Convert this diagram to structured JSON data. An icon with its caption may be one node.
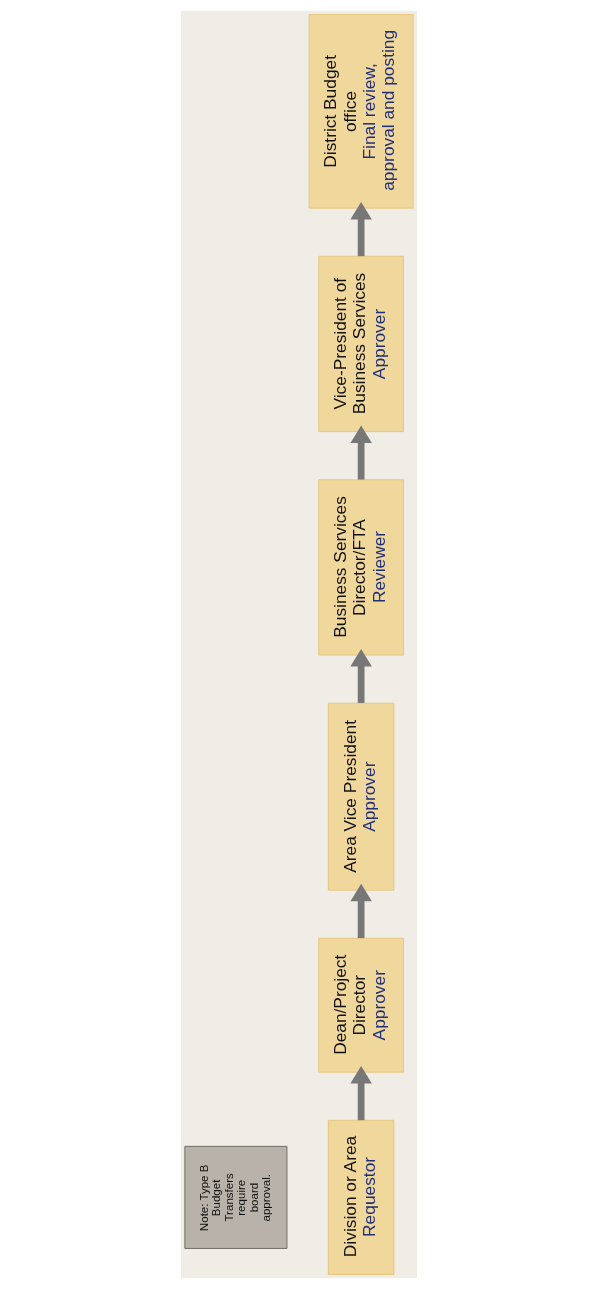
{
  "diagram": {
    "nodes": [
      {
        "text": [
          "Division or Area",
          "Requestor"
        ]
      },
      {
        "text": [
          "Dean/Project Director",
          "Approver"
        ]
      },
      {
        "text": [
          "Area Vice President",
          "Approver"
        ]
      },
      {
        "text": [
          "Business Services Director/FTA",
          "Reviewer"
        ]
      },
      {
        "text": [
          "Vice-President of Business Services",
          "Approver"
        ]
      },
      {
        "text": [
          "District Budget office",
          "Final review, approval and posting"
        ]
      },
      {
        "text": [
          "Note: Type B Budget Transfers require board approval."
        ]
      }
    ],
    "edges": [
      {
        "from": 0,
        "to": 1,
        "arrow": "to"
      },
      {
        "from": 1,
        "to": 2,
        "arrow": "to"
      },
      {
        "from": 2,
        "to": 3,
        "arrow": "to"
      },
      {
        "from": 3,
        "to": 4,
        "arrow": "to"
      },
      {
        "from": 4,
        "to": 5,
        "arrow": "to"
      }
    ]
  }
}
